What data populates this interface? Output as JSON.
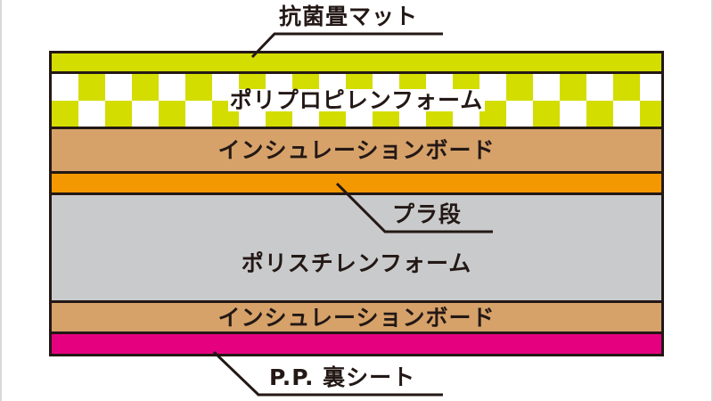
{
  "layers": [
    {
      "label": "",
      "color": "#d4dd00",
      "pattern": "solid"
    },
    {
      "label": "ポリプロピレンフォーム",
      "color": "#d4dd00",
      "pattern": "checker"
    },
    {
      "label": "インシュレーションボード",
      "color": "#d6a26a",
      "pattern": "solid"
    },
    {
      "label": "",
      "color": "#f39800",
      "pattern": "solid"
    },
    {
      "label": "ポリスチレンフォーム",
      "color": "#c9cacb",
      "pattern": "solid"
    },
    {
      "label": "インシュレーションボード",
      "color": "#d6a26a",
      "pattern": "solid"
    },
    {
      "label": "",
      "color": "#e5007f",
      "pattern": "solid"
    }
  ],
  "callouts": {
    "top": "抗菌畳マット",
    "middle": "プラ段",
    "bottom": "P.P. 裏シート"
  },
  "colors": {
    "border": "#231815",
    "background": "#ffffff"
  }
}
